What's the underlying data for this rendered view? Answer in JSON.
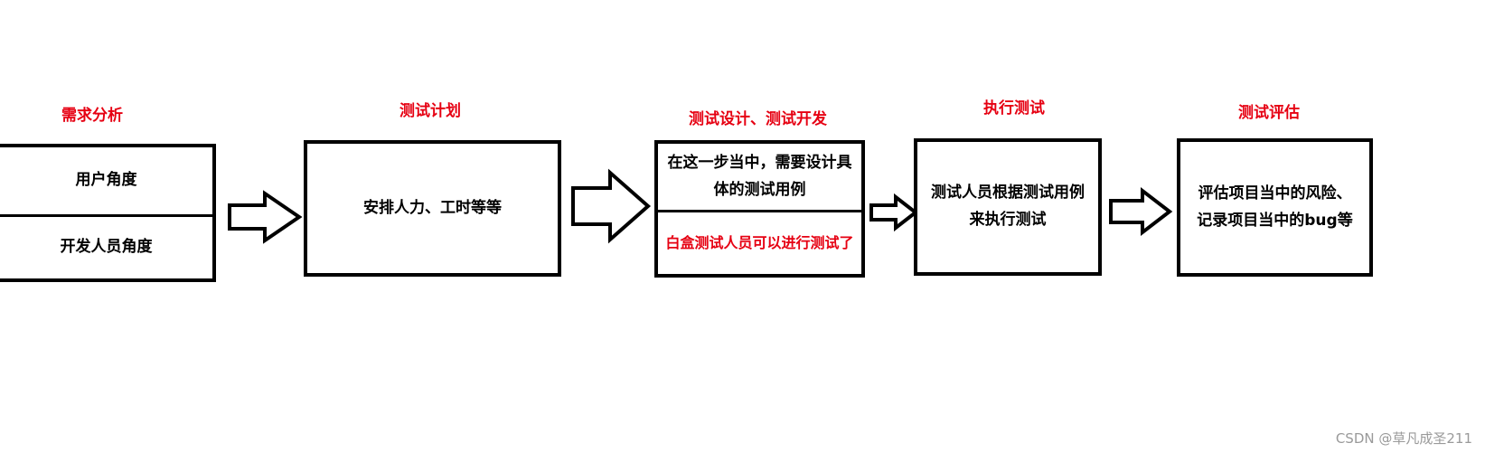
{
  "colors": {
    "stage_title": "#e60012",
    "box_border": "#000000",
    "highlight_text": "#e60012",
    "watermark": "#9a9a9a"
  },
  "stages": [
    {
      "title": "需求分析",
      "cells": [
        {
          "text": "用户角度"
        },
        {
          "text": "开发人员角度"
        }
      ]
    },
    {
      "title": "测试计划",
      "cells": [
        {
          "text": "安排人力、工时等等"
        }
      ]
    },
    {
      "title": "测试设计、测试开发",
      "cells": [
        {
          "text": "在这一步当中，需要设计具体的测试用例"
        },
        {
          "text": "白盒测试人员可以进行测试了"
        }
      ]
    },
    {
      "title": "执行测试",
      "cells": [
        {
          "text": "测试人员根据测试用例来执行测试"
        }
      ]
    },
    {
      "title": "测试评估",
      "cells": [
        {
          "text": "评估项目当中的风险、记录项目当中的bug等"
        }
      ]
    }
  ],
  "watermark": "CSDN @草凡成圣211"
}
